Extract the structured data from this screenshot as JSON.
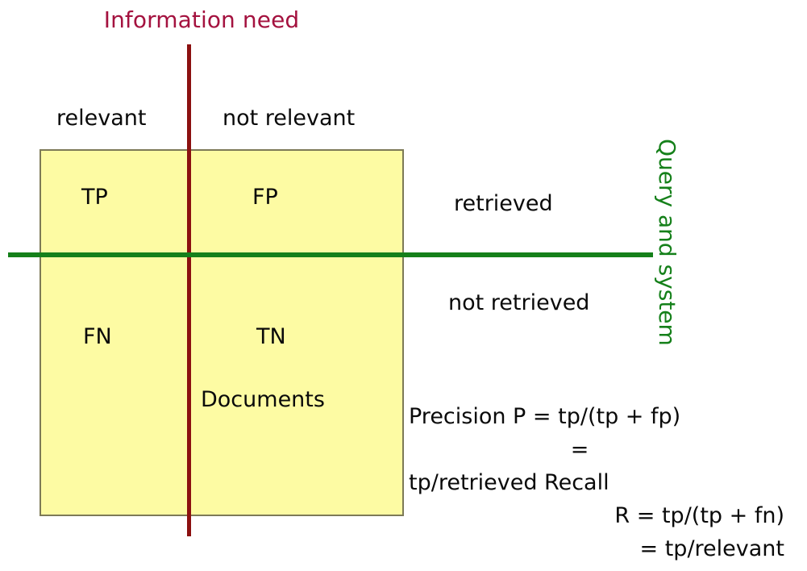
{
  "diagram": {
    "title": "Information need",
    "vertical_axis_label": "Query and system",
    "columns": [
      {
        "name": "relevant",
        "label": "relevant"
      },
      {
        "name": "not-relevant",
        "label": "not relevant"
      }
    ],
    "rows": [
      {
        "name": "retrieved",
        "label": "retrieved"
      },
      {
        "name": "not-retrieved",
        "label": "not retrieved"
      }
    ],
    "cells": {
      "true_positive": "TP",
      "false_positive": "FP",
      "false_negative": "FN",
      "true_negative": "TN"
    },
    "box_caption": "Documents",
    "formulas": [
      {
        "text": "Precision P = tp/(tp + fp)",
        "align": "left"
      },
      {
        "text": "=",
        "align": "center"
      },
      {
        "text": "tp/retrieved Recall",
        "align": "left"
      },
      {
        "text": "R = tp/(tp + fn)",
        "align": "right"
      },
      {
        "text": "= tp/relevant",
        "align": "right"
      }
    ],
    "colors": {
      "title": "#a4123f",
      "vertical_divider": "#8b1010",
      "horizontal_divider": "#15801a",
      "matrix_fill": "#fdfba3",
      "matrix_border": "#7d7a57",
      "axis_label": "#15801a",
      "text": "#0a0a0a",
      "background": "#ffffff"
    }
  }
}
